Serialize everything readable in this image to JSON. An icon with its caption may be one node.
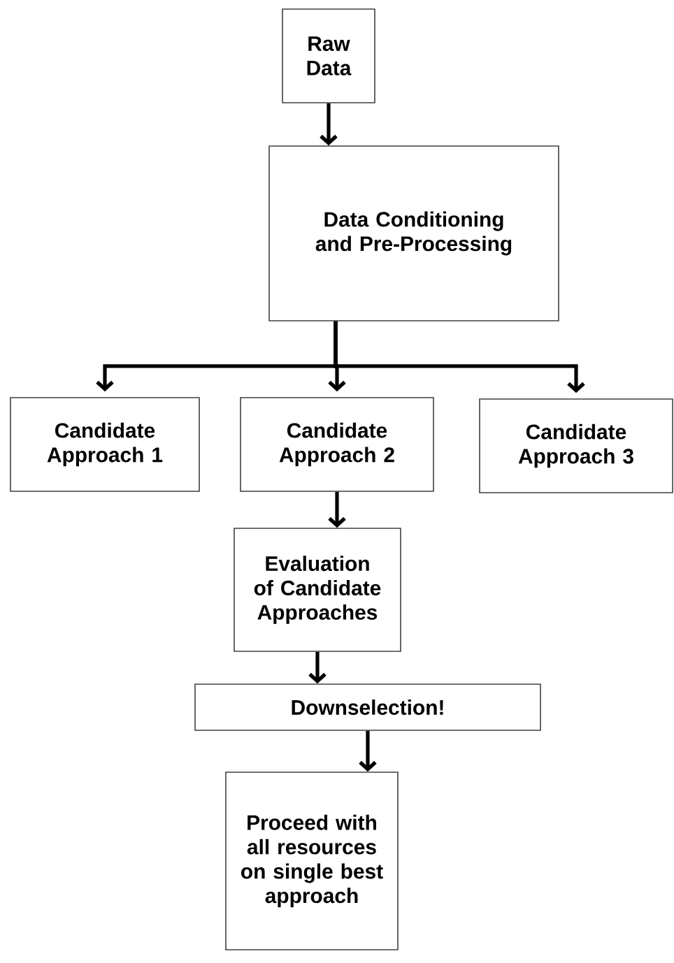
{
  "diagram": {
    "nodes": [
      {
        "text": [
          "Raw Data"
        ]
      },
      {
        "text": [
          "Data Conditioning and Pre-Processing"
        ]
      },
      {
        "text": [
          "Candidate Approach 1"
        ]
      },
      {
        "text": [
          "Candidate Approach 2"
        ]
      },
      {
        "text": [
          "Candidate Approach 3"
        ]
      },
      {
        "text": [
          "Evaluation of Candidate Approaches"
        ]
      },
      {
        "text": [
          "Downselection!"
        ]
      },
      {
        "text": [
          "Proceed with all resources on single best approach"
        ]
      }
    ],
    "edges": [
      {
        "from": 0,
        "to": 1,
        "arrow": "to"
      },
      {
        "from": 1,
        "to": 2,
        "arrow": "to"
      },
      {
        "from": 1,
        "to": 3,
        "arrow": "to"
      },
      {
        "from": 1,
        "to": 4,
        "arrow": "to"
      },
      {
        "from": 3,
        "to": 5,
        "arrow": "to"
      },
      {
        "from": 5,
        "to": 6,
        "arrow": "to"
      },
      {
        "from": 6,
        "to": 7,
        "arrow": "to"
      }
    ]
  }
}
